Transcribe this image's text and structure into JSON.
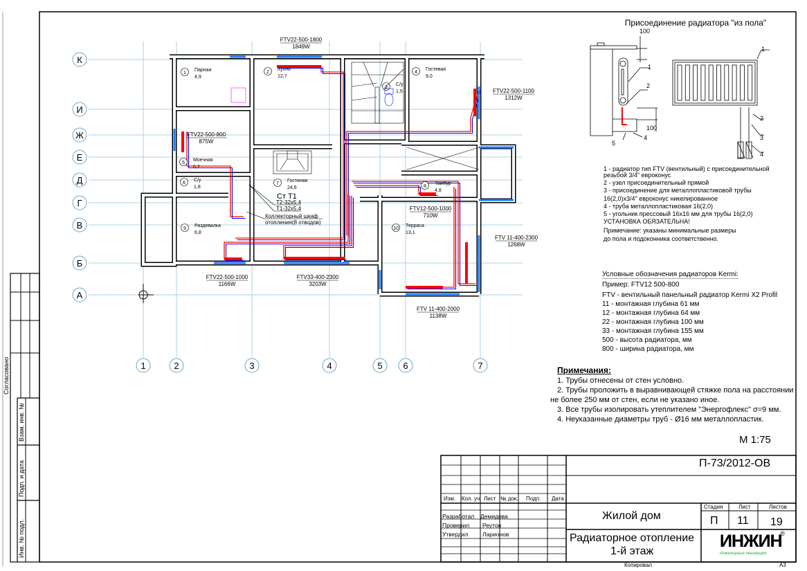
{
  "grid": {
    "rows": [
      "К",
      "И",
      "Ж",
      "Е",
      "Д",
      "Г",
      "В",
      "Б",
      "А"
    ],
    "cols": [
      "1",
      "2",
      "3",
      "4",
      "5",
      "6",
      "7"
    ]
  },
  "rooms": [
    {
      "num": "1",
      "name": "Парная",
      "area": "4,9"
    },
    {
      "num": "2",
      "name": "Кухня",
      "area": "12,7"
    },
    {
      "num": "3",
      "name": "С/у",
      "area": "1,5"
    },
    {
      "num": "4",
      "name": "Гостевая",
      "area": "9,0"
    },
    {
      "num": "5",
      "name": "Моечная",
      "area": "6,2"
    },
    {
      "num": "6",
      "name": "С/у",
      "area": "1,8"
    },
    {
      "num": "7",
      "name": "Гостиная",
      "area": "24,6"
    },
    {
      "num": "8",
      "name": "Тамбур",
      "area": "4,8"
    },
    {
      "num": "9",
      "name": "Раздевалка",
      "area": "6,8"
    },
    {
      "num": "10",
      "name": "Терраса",
      "area": "13,1"
    }
  ],
  "radiators": [
    {
      "model": "FTV22-500-1800",
      "power": "1849W"
    },
    {
      "model": "FTV22-500-800",
      "power": "875W"
    },
    {
      "model": "FTV22-500-1100",
      "power": "1312W"
    },
    {
      "model": "FTV12-500-1000",
      "power": "710W"
    },
    {
      "model": "FTV 11-400-2300",
      "power": "1268W"
    },
    {
      "model": "FTV22-500-1000",
      "power": "1166W"
    },
    {
      "model": "FTV33-400-2300",
      "power": "3203W"
    },
    {
      "model": "FTV 11-400-2000",
      "power": "1138W"
    }
  ],
  "riser": {
    "title": "Ст Т1",
    "t2": "Т2-32х5,4",
    "t1": "Т1-32х5,4",
    "collector1": "Коллекторный шкаф",
    "collector2": "отопления(8 отводов)"
  },
  "detail": {
    "title": "Присоединение радиатора \"из пола\"",
    "dim_top": "100",
    "dim_bottom": "100",
    "callouts": [
      "1",
      "2",
      "3",
      "4",
      "5"
    ]
  },
  "legend": {
    "items": [
      "1 - радиатор тип FTV (вентильный) с присоединительной",
      "резьбой 3/4\" евроконус",
      "2 - узел присоединительный прямой",
      "3 - присоединение для металлопластиковой трубы",
      "16(2,0)х3/4\" евроконус никелированное",
      "4 - труба металлопластиковая 16(2,0)",
      "5 - угольник прессовый 16х16 мм для трубы 16(2,0)",
      "УСТАНОВКА ОБЯЗАТЕЛЬНА!"
    ],
    "note1": "Примечание: указаны минимальные размеры",
    "note2": "до пола и подоконника соответственно."
  },
  "kermi": {
    "title": "Условные обозначения радиаторов Kermi:",
    "example": "Пример: FTV12 500-800",
    "items": [
      "FTV - вентильный панельный радиатор Kermi X2 Profil",
      "11 - монтажная глубина 61 мм",
      "12 - монтажная глубина 64 мм",
      "22 - монтажная глубина 100 мм",
      "33 - монтажная глубина 155 мм",
      "500 - высота радиатора, мм",
      "800 - ширина радиатора, мм"
    ]
  },
  "notes": {
    "title": "Примечания:",
    "lines": [
      "1. Трубы отнесены от стен условно.",
      "2. Трубы проложить в выравнивающей стяжке  пола на расстоянии",
      "не более 250 мм от стен, если не указано иное.",
      "3. Все трубы изолировать утеплителем \"Энергофлекс\" σ=9 мм.",
      "4. Неуказанные диаметры труб - Ø16 мм металлопластик."
    ],
    "scale": "М 1:75"
  },
  "titleblock": {
    "code": "П-73/2012-ОВ",
    "headers": [
      "Изм.",
      "Кол. уч.",
      "Лист",
      "№ док.",
      "Подп.",
      "Дата"
    ],
    "people": [
      {
        "role": "Разработал",
        "name": "Демидова"
      },
      {
        "role": "Проверил",
        "name": "Реутов"
      },
      {
        "role": "Утвердил",
        "name": "Ларионов"
      }
    ],
    "object": "Жилой дом",
    "sheet_title1": "Радиаторное отопление",
    "sheet_title2": "1-й этаж",
    "stage_label": "Стадия",
    "sheet_label": "Лист",
    "sheets_label": "Листов",
    "stage": "П",
    "sheet": "11",
    "sheets": "19",
    "logo": "ИНЖИН",
    "logo_sub": "Инженерные инновации",
    "copied": "Копировал",
    "format": "А3"
  },
  "sidestrip": {
    "agreed": "Согласовано",
    "replace": "Взам. инв. №",
    "signdate": "Подп. и дата",
    "original": "Инв. № подл."
  },
  "colors": {
    "supply": "#ff0000",
    "return": "#0000ff",
    "grid": "#a8d0e6",
    "radiator": "#1e78ff"
  }
}
